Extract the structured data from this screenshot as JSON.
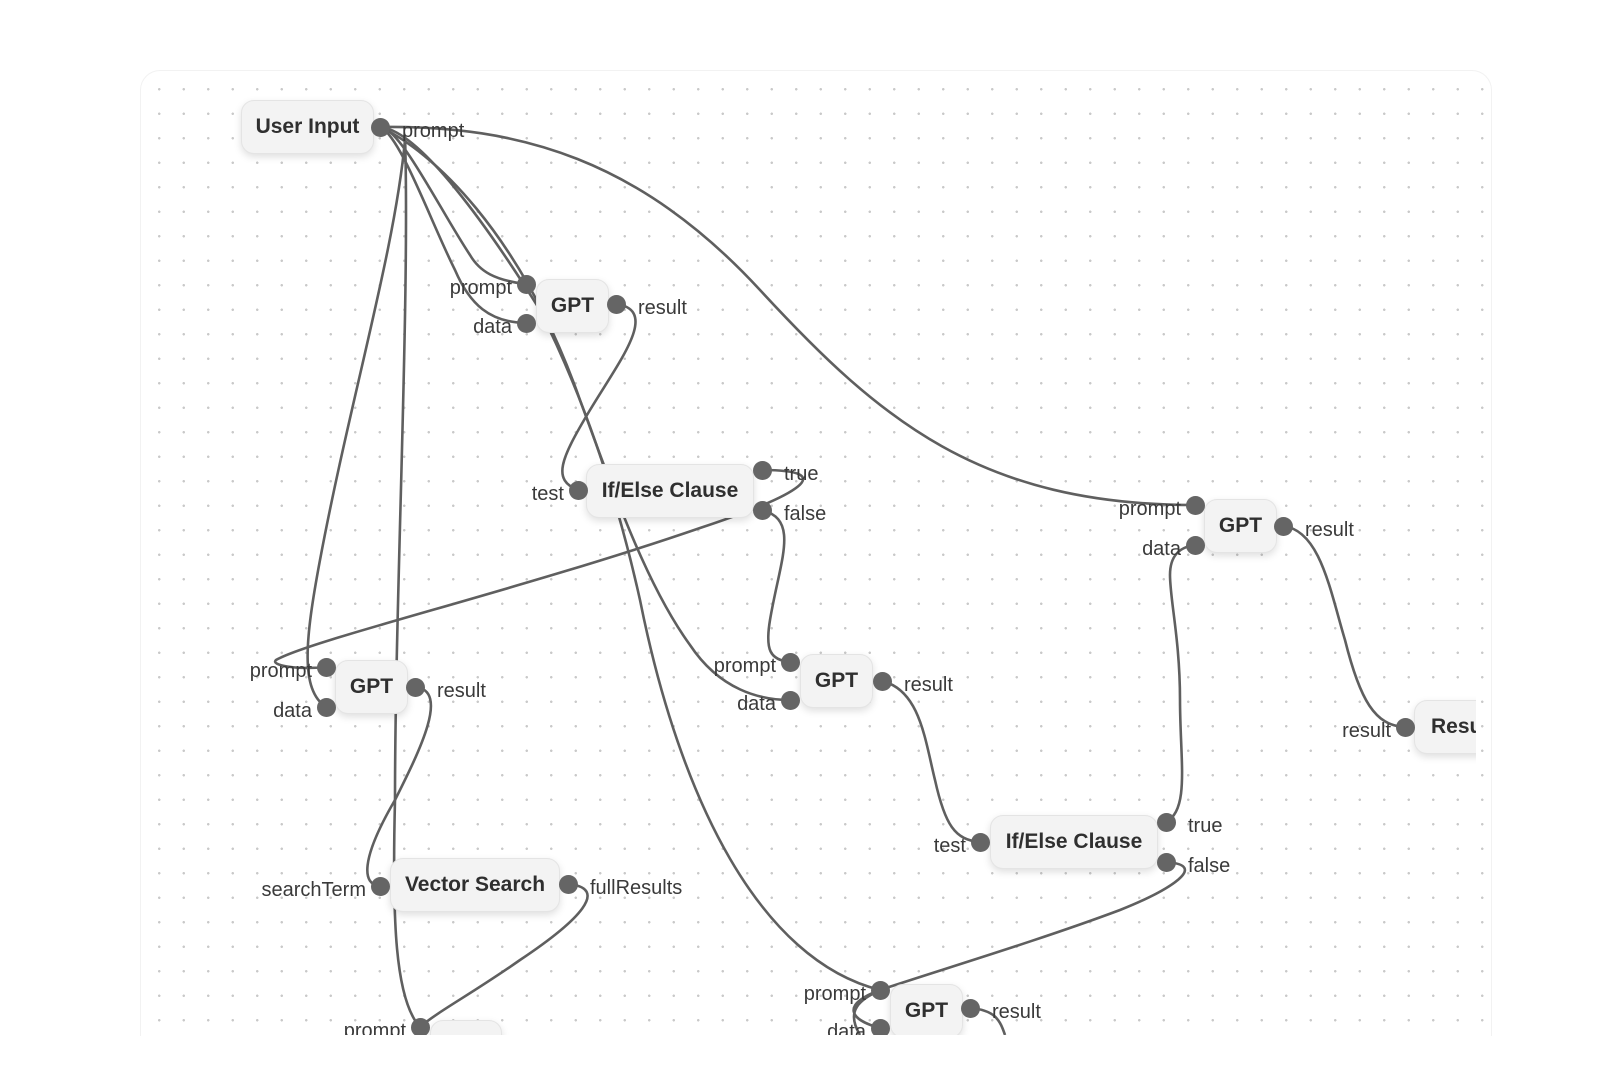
{
  "nodes": [
    {
      "id": "user-input",
      "label": "User Input",
      "inputs": [],
      "outputs": [
        "prompt"
      ]
    },
    {
      "id": "gpt-1",
      "label": "GPT",
      "inputs": [
        "prompt",
        "data"
      ],
      "outputs": [
        "result"
      ]
    },
    {
      "id": "ifelse-1",
      "label": "If/Else Clause",
      "inputs": [
        "test"
      ],
      "outputs": [
        "true",
        "false"
      ]
    },
    {
      "id": "gpt-2",
      "label": "GPT",
      "inputs": [
        "prompt",
        "data"
      ],
      "outputs": [
        "result"
      ]
    },
    {
      "id": "gpt-3",
      "label": "GPT",
      "inputs": [
        "prompt",
        "data"
      ],
      "outputs": [
        "result"
      ]
    },
    {
      "id": "gpt-4",
      "label": "GPT",
      "inputs": [
        "prompt",
        "data"
      ],
      "outputs": [
        "result"
      ]
    },
    {
      "id": "vector-search",
      "label": "Vector Search",
      "inputs": [
        "searchTerm"
      ],
      "outputs": [
        "fullResults"
      ]
    },
    {
      "id": "ifelse-2",
      "label": "If/Else Clause",
      "inputs": [
        "test"
      ],
      "outputs": [
        "true",
        "false"
      ]
    },
    {
      "id": "gpt-5",
      "label": "GPT",
      "inputs": [
        "prompt",
        "data"
      ],
      "outputs": [
        "result"
      ]
    },
    {
      "id": "result",
      "label": "Resu",
      "inputs": [
        "result"
      ],
      "outputs": []
    },
    {
      "id": "node-bottom",
      "label": "",
      "inputs": [
        "prompt"
      ],
      "outputs": []
    }
  ],
  "edges": [
    {
      "from": "user-input.prompt",
      "to": "gpt-1.prompt"
    },
    {
      "from": "user-input.prompt",
      "to": "gpt-1.data"
    },
    {
      "from": "user-input.prompt",
      "to": "gpt-3.data"
    },
    {
      "from": "user-input.prompt",
      "to": "gpt-4.prompt"
    },
    {
      "from": "user-input.prompt",
      "to": "gpt-2.data"
    },
    {
      "from": "user-input.prompt",
      "to": "gpt-5.prompt"
    },
    {
      "from": "user-input.prompt",
      "to": "node-bottom.prompt"
    },
    {
      "from": "gpt-1.result",
      "to": "ifelse-1.test"
    },
    {
      "from": "ifelse-1.true",
      "to": "gpt-2.prompt"
    },
    {
      "from": "ifelse-1.false",
      "to": "gpt-3.prompt"
    },
    {
      "from": "gpt-2.result",
      "to": "vector-search.searchTerm"
    },
    {
      "from": "vector-search.fullResults",
      "to": "node-bottom.prompt"
    },
    {
      "from": "gpt-3.result",
      "to": "ifelse-2.test"
    },
    {
      "from": "ifelse-2.true",
      "to": "gpt-4.data"
    },
    {
      "from": "ifelse-2.false",
      "to": "gpt-5.prompt"
    },
    {
      "from": "gpt-4.result",
      "to": "result.result"
    }
  ]
}
